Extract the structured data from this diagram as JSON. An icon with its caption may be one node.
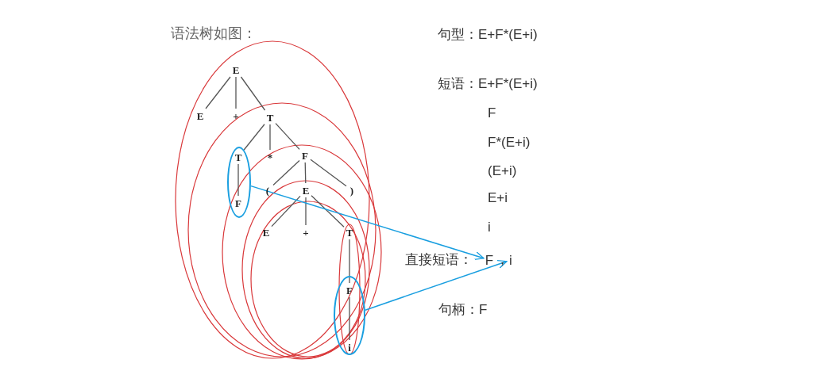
{
  "diagram": {
    "nodes": [
      {
        "text": [
          "E"
        ]
      },
      {
        "text": [
          "E"
        ]
      },
      {
        "text": [
          "+"
        ]
      },
      {
        "text": [
          "T"
        ]
      },
      {
        "text": [],
        "shape": "ellipse"
      },
      {
        "text": [
          "T"
        ],
        "in": 4
      },
      {
        "text": [
          "*"
        ]
      },
      {
        "text": [
          "F"
        ]
      },
      {
        "text": [
          "F"
        ],
        "in": 4
      },
      {
        "text": [
          "("
        ]
      },
      {
        "text": [
          "E"
        ]
      },
      {
        "text": [
          ")"
        ]
      },
      {
        "text": [
          "E"
        ]
      },
      {
        "text": [
          "+"
        ]
      },
      {
        "text": [
          "T"
        ]
      },
      {
        "text": [],
        "shape": "ellipse"
      },
      {
        "text": [
          "F"
        ],
        "in": 15
      },
      {
        "text": [
          "i"
        ],
        "in": 15
      },
      {
        "text": [
          "F"
        ]
      },
      {
        "text": [
          "i"
        ]
      }
    ],
    "edges": [
      {
        "from": 0,
        "to": 1,
        "arrow": "none"
      },
      {
        "from": 0,
        "to": 2,
        "arrow": "none"
      },
      {
        "from": 0,
        "to": 3,
        "arrow": "none"
      },
      {
        "from": 3,
        "to": 5,
        "arrow": "none"
      },
      {
        "from": 3,
        "to": 6,
        "arrow": "none"
      },
      {
        "from": 3,
        "to": 7,
        "arrow": "none"
      },
      {
        "from": 5,
        "to": 8,
        "arrow": "none"
      },
      {
        "from": 7,
        "to": 9,
        "arrow": "none"
      },
      {
        "from": 7,
        "to": 10,
        "arrow": "none"
      },
      {
        "from": 7,
        "to": 11,
        "arrow": "none"
      },
      {
        "from": 10,
        "to": 12,
        "arrow": "none"
      },
      {
        "from": 10,
        "to": 13,
        "arrow": "none"
      },
      {
        "from": 10,
        "to": 14,
        "arrow": "none"
      },
      {
        "from": 14,
        "to": 16,
        "arrow": "none"
      },
      {
        "from": 16,
        "to": 17,
        "arrow": "none"
      },
      {
        "from": 4,
        "to": 18,
        "arrow": "to",
        "color": "#1a9fe0"
      },
      {
        "from": 15,
        "to": 19,
        "arrow": "to",
        "color": "#1a9fe0"
      }
    ],
    "labels": [
      "语法树如图：",
      "句型：E+F*(E+i)",
      "短语：E+F*(E+i)",
      "F",
      "F*(E+i)",
      "(E+i)",
      "E+i",
      "i",
      "直接短语：",
      "，",
      "句柄：F"
    ]
  }
}
